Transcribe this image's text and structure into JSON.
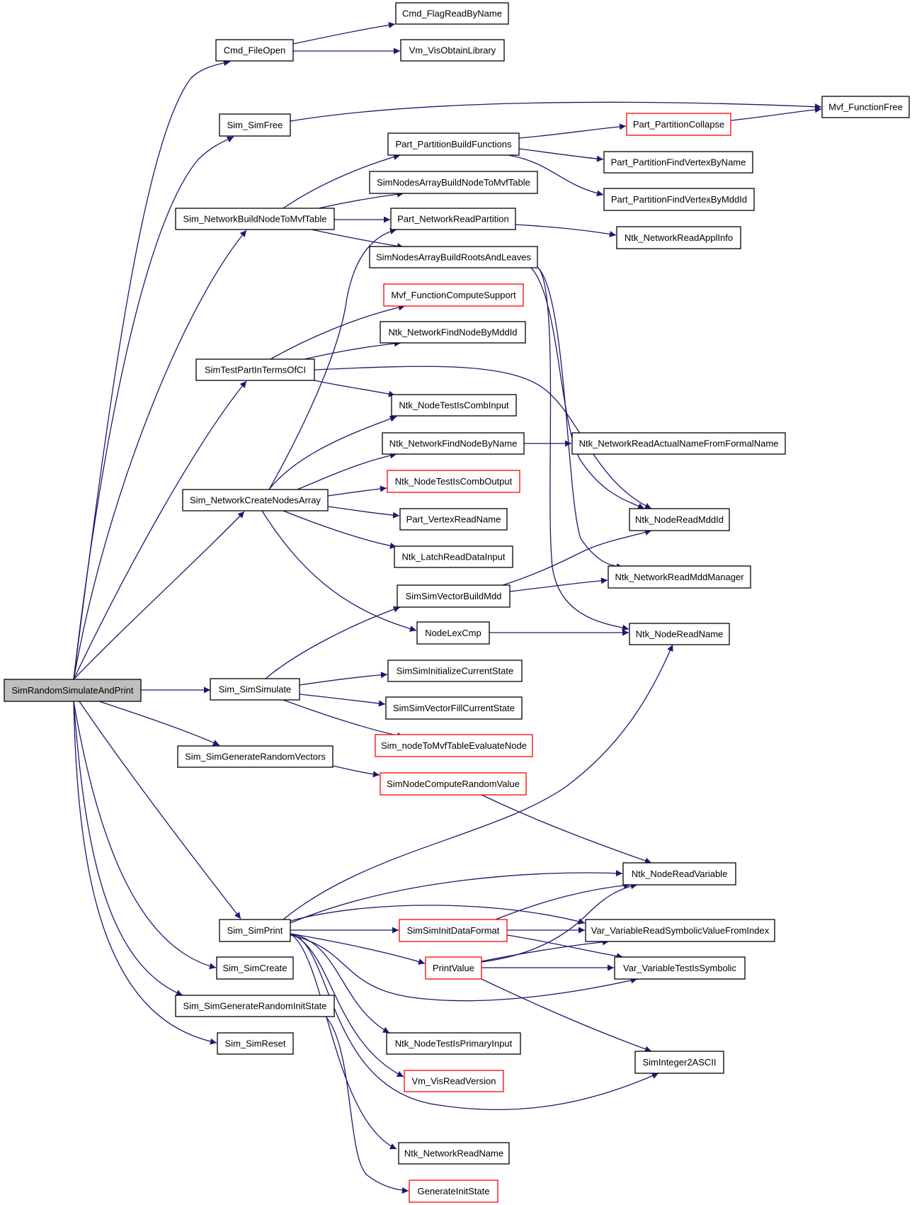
{
  "colors": {
    "edge": "#191970",
    "border_default": "#000000",
    "border_truncated": "#ff0000",
    "root_fill": "#bfbfbf",
    "node_fill": "#ffffff",
    "background": "#ffffff"
  },
  "nodes": [
    {
      "id": "SimRandomSimulateAndPrint",
      "label": "SimRandomSimulateAndPrint",
      "kind": "root"
    },
    {
      "id": "Cmd_FileOpen",
      "label": "Cmd_FileOpen",
      "kind": "normal"
    },
    {
      "id": "Cmd_FlagReadByName",
      "label": "Cmd_FlagReadByName",
      "kind": "normal"
    },
    {
      "id": "Vm_VisObtainLibrary",
      "label": "Vm_VisObtainLibrary",
      "kind": "normal"
    },
    {
      "id": "Sim_SimFree",
      "label": "Sim_SimFree",
      "kind": "normal"
    },
    {
      "id": "Mvf_FunctionFree",
      "label": "Mvf_FunctionFree",
      "kind": "normal"
    },
    {
      "id": "Part_PartitionCollapse",
      "label": "Part_PartitionCollapse",
      "kind": "truncated"
    },
    {
      "id": "Part_PartitionBuildFunctions",
      "label": "Part_PartitionBuildFunctions",
      "kind": "normal"
    },
    {
      "id": "Part_PartitionFindVertexByName",
      "label": "Part_PartitionFindVertexByName",
      "kind": "normal"
    },
    {
      "id": "Part_PartitionFindVertexByMddId",
      "label": "Part_PartitionFindVertexByMddId",
      "kind": "normal"
    },
    {
      "id": "SimNodesArrayBuildNodeToMvfTable",
      "label": "SimNodesArrayBuildNodeToMvfTable",
      "kind": "normal"
    },
    {
      "id": "Sim_NetworkBuildNodeToMvfTable",
      "label": "Sim_NetworkBuildNodeToMvfTable",
      "kind": "normal"
    },
    {
      "id": "Part_NetworkReadPartition",
      "label": "Part_NetworkReadPartition",
      "kind": "normal"
    },
    {
      "id": "Ntk_NetworkReadApplInfo",
      "label": "Ntk_NetworkReadApplInfo",
      "kind": "normal"
    },
    {
      "id": "SimNodesArrayBuildRootsAndLeaves",
      "label": "SimNodesArrayBuildRootsAndLeaves",
      "kind": "normal"
    },
    {
      "id": "Mvf_FunctionComputeSupport",
      "label": "Mvf_FunctionComputeSupport",
      "kind": "truncated"
    },
    {
      "id": "Ntk_NetworkFindNodeByMddId",
      "label": "Ntk_NetworkFindNodeByMddId",
      "kind": "normal"
    },
    {
      "id": "SimTestPartInTermsOfCI",
      "label": "SimTestPartInTermsOfCI",
      "kind": "normal"
    },
    {
      "id": "Ntk_NodeTestIsCombInput",
      "label": "Ntk_NodeTestIsCombInput",
      "kind": "normal"
    },
    {
      "id": "Ntk_NetworkFindNodeByName",
      "label": "Ntk_NetworkFindNodeByName",
      "kind": "normal"
    },
    {
      "id": "Ntk_NetworkReadActualNameFromFormalName",
      "label": "Ntk_NetworkReadActualNameFromFormalName",
      "kind": "normal"
    },
    {
      "id": "Ntk_NodeTestIsCombOutput",
      "label": "Ntk_NodeTestIsCombOutput",
      "kind": "truncated"
    },
    {
      "id": "Sim_NetworkCreateNodesArray",
      "label": "Sim_NetworkCreateNodesArray",
      "kind": "normal"
    },
    {
      "id": "Part_VertexReadName",
      "label": "Part_VertexReadName",
      "kind": "normal"
    },
    {
      "id": "Ntk_NodeReadMddId",
      "label": "Ntk_NodeReadMddId",
      "kind": "normal"
    },
    {
      "id": "Ntk_LatchReadDataInput",
      "label": "Ntk_LatchReadDataInput",
      "kind": "normal"
    },
    {
      "id": "Ntk_NetworkReadMddManager",
      "label": "Ntk_NetworkReadMddManager",
      "kind": "normal"
    },
    {
      "id": "SimSimVectorBuildMdd",
      "label": "SimSimVectorBuildMdd",
      "kind": "normal"
    },
    {
      "id": "NodeLexCmp",
      "label": "NodeLexCmp",
      "kind": "normal"
    },
    {
      "id": "Ntk_NodeReadName",
      "label": "Ntk_NodeReadName",
      "kind": "normal"
    },
    {
      "id": "SimSimInitializeCurrentState",
      "label": "SimSimInitializeCurrentState",
      "kind": "normal"
    },
    {
      "id": "Sim_SimSimulate",
      "label": "Sim_SimSimulate",
      "kind": "normal"
    },
    {
      "id": "SimSimVectorFillCurrentState",
      "label": "SimSimVectorFillCurrentState",
      "kind": "normal"
    },
    {
      "id": "Sim_nodeToMvfTableEvaluateNode",
      "label": "Sim_nodeToMvfTableEvaluateNode",
      "kind": "truncated"
    },
    {
      "id": "Sim_SimGenerateRandomVectors",
      "label": "Sim_SimGenerateRandomVectors",
      "kind": "normal"
    },
    {
      "id": "SimNodeComputeRandomValue",
      "label": "SimNodeComputeRandomValue",
      "kind": "truncated"
    },
    {
      "id": "Ntk_NodeReadVariable",
      "label": "Ntk_NodeReadVariable",
      "kind": "normal"
    },
    {
      "id": "Sim_SimPrint",
      "label": "Sim_SimPrint",
      "kind": "normal"
    },
    {
      "id": "SimSimInitDataFormat",
      "label": "SimSimInitDataFormat",
      "kind": "truncated"
    },
    {
      "id": "Var_VariableReadSymbolicValueFromIndex",
      "label": "Var_VariableReadSymbolicValueFromIndex",
      "kind": "normal"
    },
    {
      "id": "PrintValue",
      "label": "PrintValue",
      "kind": "truncated"
    },
    {
      "id": "Var_VariableTestIsSymbolic",
      "label": "Var_VariableTestIsSymbolic",
      "kind": "normal"
    },
    {
      "id": "Sim_SimCreate",
      "label": "Sim_SimCreate",
      "kind": "normal"
    },
    {
      "id": "Sim_SimGenerateRandomInitState",
      "label": "Sim_SimGenerateRandomInitState",
      "kind": "normal"
    },
    {
      "id": "Ntk_NodeTestIsPrimaryInput",
      "label": "Ntk_NodeTestIsPrimaryInput",
      "kind": "normal"
    },
    {
      "id": "Sim_SimReset",
      "label": "Sim_SimReset",
      "kind": "normal"
    },
    {
      "id": "SimInteger2ASCII",
      "label": "SimInteger2ASCII",
      "kind": "normal"
    },
    {
      "id": "Vm_VisReadVersion",
      "label": "Vm_VisReadVersion",
      "kind": "truncated"
    },
    {
      "id": "Ntk_NetworkReadName",
      "label": "Ntk_NetworkReadName",
      "kind": "normal"
    },
    {
      "id": "GenerateInitState",
      "label": "GenerateInitState",
      "kind": "truncated"
    }
  ],
  "edges": [
    {
      "from": "SimRandomSimulateAndPrint",
      "to": "Cmd_FileOpen"
    },
    {
      "from": "SimRandomSimulateAndPrint",
      "to": "Sim_SimFree"
    },
    {
      "from": "SimRandomSimulateAndPrint",
      "to": "Sim_NetworkBuildNodeToMvfTable"
    },
    {
      "from": "SimRandomSimulateAndPrint",
      "to": "SimTestPartInTermsOfCI"
    },
    {
      "from": "SimRandomSimulateAndPrint",
      "to": "Sim_NetworkCreateNodesArray"
    },
    {
      "from": "SimRandomSimulateAndPrint",
      "to": "Sim_SimSimulate"
    },
    {
      "from": "SimRandomSimulateAndPrint",
      "to": "Sim_SimGenerateRandomVectors"
    },
    {
      "from": "SimRandomSimulateAndPrint",
      "to": "Sim_SimPrint"
    },
    {
      "from": "SimRandomSimulateAndPrint",
      "to": "Sim_SimCreate"
    },
    {
      "from": "SimRandomSimulateAndPrint",
      "to": "Sim_SimGenerateRandomInitState"
    },
    {
      "from": "SimRandomSimulateAndPrint",
      "to": "Sim_SimReset"
    },
    {
      "from": "Cmd_FileOpen",
      "to": "Cmd_FlagReadByName"
    },
    {
      "from": "Cmd_FileOpen",
      "to": "Vm_VisObtainLibrary"
    },
    {
      "from": "Sim_SimFree",
      "to": "Mvf_FunctionFree"
    },
    {
      "from": "Part_PartitionCollapse",
      "to": "Mvf_FunctionFree"
    },
    {
      "from": "Part_PartitionBuildFunctions",
      "to": "Part_PartitionCollapse"
    },
    {
      "from": "Part_PartitionBuildFunctions",
      "to": "Part_PartitionFindVertexByName"
    },
    {
      "from": "Part_PartitionBuildFunctions",
      "to": "Part_PartitionFindVertexByMddId"
    },
    {
      "from": "Sim_NetworkBuildNodeToMvfTable",
      "to": "Part_PartitionBuildFunctions"
    },
    {
      "from": "Sim_NetworkBuildNodeToMvfTable",
      "to": "SimNodesArrayBuildNodeToMvfTable"
    },
    {
      "from": "Sim_NetworkBuildNodeToMvfTable",
      "to": "Part_NetworkReadPartition"
    },
    {
      "from": "Sim_NetworkBuildNodeToMvfTable",
      "to": "SimNodesArrayBuildRootsAndLeaves"
    },
    {
      "from": "Part_NetworkReadPartition",
      "to": "Ntk_NetworkReadApplInfo"
    },
    {
      "from": "SimNodesArrayBuildRootsAndLeaves",
      "to": "Ntk_NodeReadMddId"
    },
    {
      "from": "SimNodesArrayBuildRootsAndLeaves",
      "to": "Ntk_NetworkReadMddManager"
    },
    {
      "from": "SimNodesArrayBuildRootsAndLeaves",
      "to": "Ntk_NodeReadName"
    },
    {
      "from": "SimTestPartInTermsOfCI",
      "to": "Mvf_FunctionComputeSupport"
    },
    {
      "from": "SimTestPartInTermsOfCI",
      "to": "Ntk_NetworkFindNodeByMddId"
    },
    {
      "from": "SimTestPartInTermsOfCI",
      "to": "Ntk_NodeTestIsCombInput"
    },
    {
      "from": "SimTestPartInTermsOfCI",
      "to": "Ntk_NodeReadMddId"
    },
    {
      "from": "Sim_NetworkCreateNodesArray",
      "to": "Part_NetworkReadPartition"
    },
    {
      "from": "Sim_NetworkCreateNodesArray",
      "to": "Ntk_NodeTestIsCombInput"
    },
    {
      "from": "Sim_NetworkCreateNodesArray",
      "to": "Ntk_NetworkFindNodeByName"
    },
    {
      "from": "Sim_NetworkCreateNodesArray",
      "to": "Ntk_NodeTestIsCombOutput"
    },
    {
      "from": "Sim_NetworkCreateNodesArray",
      "to": "Part_VertexReadName"
    },
    {
      "from": "Sim_NetworkCreateNodesArray",
      "to": "Ntk_LatchReadDataInput"
    },
    {
      "from": "Sim_NetworkCreateNodesArray",
      "to": "NodeLexCmp"
    },
    {
      "from": "Ntk_NetworkFindNodeByName",
      "to": "Ntk_NetworkReadActualNameFromFormalName"
    },
    {
      "from": "SimSimVectorBuildMdd",
      "to": "Ntk_NodeReadMddId"
    },
    {
      "from": "SimSimVectorBuildMdd",
      "to": "Ntk_NetworkReadMddManager"
    },
    {
      "from": "NodeLexCmp",
      "to": "Ntk_NodeReadName"
    },
    {
      "from": "Sim_SimSimulate",
      "to": "SimSimVectorBuildMdd"
    },
    {
      "from": "Sim_SimSimulate",
      "to": "SimSimInitializeCurrentState"
    },
    {
      "from": "Sim_SimSimulate",
      "to": "SimSimVectorFillCurrentState"
    },
    {
      "from": "Sim_SimSimulate",
      "to": "Sim_nodeToMvfTableEvaluateNode"
    },
    {
      "from": "Sim_SimGenerateRandomVectors",
      "to": "SimNodeComputeRandomValue"
    },
    {
      "from": "SimNodeComputeRandomValue",
      "to": "Ntk_NodeReadVariable"
    },
    {
      "from": "Sim_SimPrint",
      "to": "Ntk_NodeReadName"
    },
    {
      "from": "Sim_SimPrint",
      "to": "Ntk_NodeReadVariable"
    },
    {
      "from": "Sim_SimPrint",
      "to": "Var_VariableReadSymbolicValueFromIndex"
    },
    {
      "from": "Sim_SimPrint",
      "to": "SimSimInitDataFormat"
    },
    {
      "from": "Sim_SimPrint",
      "to": "PrintValue"
    },
    {
      "from": "Sim_SimPrint",
      "to": "Var_VariableTestIsSymbolic"
    },
    {
      "from": "Sim_SimPrint",
      "to": "Ntk_NodeTestIsPrimaryInput"
    },
    {
      "from": "Sim_SimPrint",
      "to": "Vm_VisReadVersion"
    },
    {
      "from": "Sim_SimPrint",
      "to": "SimInteger2ASCII"
    },
    {
      "from": "Sim_SimPrint",
      "to": "Ntk_NetworkReadName"
    },
    {
      "from": "SimSimInitDataFormat",
      "to": "Ntk_NodeReadVariable"
    },
    {
      "from": "SimSimInitDataFormat",
      "to": "Var_VariableReadSymbolicValueFromIndex"
    },
    {
      "from": "SimSimInitDataFormat",
      "to": "Var_VariableTestIsSymbolic"
    },
    {
      "from": "PrintValue",
      "to": "Ntk_NodeReadVariable"
    },
    {
      "from": "PrintValue",
      "to": "Var_VariableReadSymbolicValueFromIndex"
    },
    {
      "from": "PrintValue",
      "to": "Var_VariableTestIsSymbolic"
    },
    {
      "from": "PrintValue",
      "to": "SimInteger2ASCII"
    },
    {
      "from": "Sim_SimGenerateRandomInitState",
      "to": "GenerateInitState"
    }
  ]
}
